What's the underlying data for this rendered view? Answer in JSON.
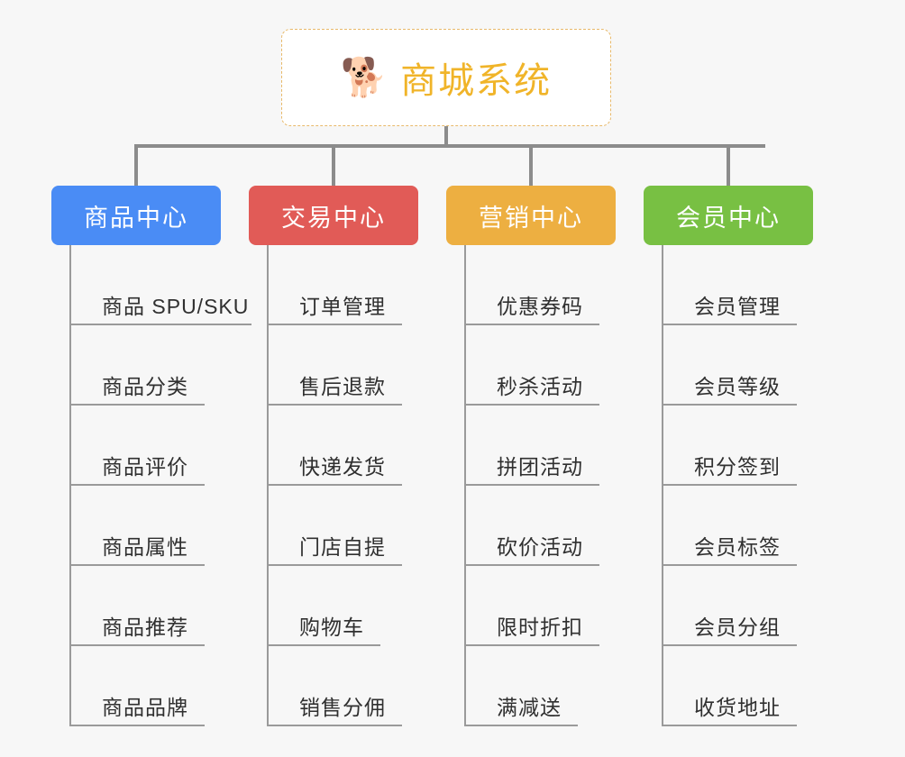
{
  "diagram": {
    "type": "mind-map",
    "background_color": "#f7f7f7",
    "root": {
      "title": "商城系统",
      "emoji": "🐕",
      "emoji_name": "shiba-inu-dog-face",
      "text_color": "#f0b429",
      "border_color": "#e8b96a",
      "background_color": "#ffffff"
    },
    "connector_color": "#8c8c8c",
    "branch_line_color": "#9a9a9a",
    "columns": [
      {
        "title": "商品中心",
        "color": "#4a8cf5",
        "items": [
          {
            "label": "商品 SPU/SKU",
            "underline_width": 200
          },
          {
            "label": "商品分类",
            "underline_width": 148
          },
          {
            "label": "商品评价",
            "underline_width": 148
          },
          {
            "label": "商品属性",
            "underline_width": 148
          },
          {
            "label": "商品推荐",
            "underline_width": 148
          },
          {
            "label": "商品品牌",
            "underline_width": 148
          }
        ]
      },
      {
        "title": "交易中心",
        "color": "#e15b57",
        "items": [
          {
            "label": "订单管理",
            "underline_width": 148
          },
          {
            "label": "售后退款",
            "underline_width": 148
          },
          {
            "label": "快递发货",
            "underline_width": 148
          },
          {
            "label": "门店自提",
            "underline_width": 148
          },
          {
            "label": "购物车",
            "underline_width": 124
          },
          {
            "label": "销售分佣",
            "underline_width": 148
          }
        ]
      },
      {
        "title": "营销中心",
        "color": "#edaf41",
        "items": [
          {
            "label": "优惠券码",
            "underline_width": 148
          },
          {
            "label": "秒杀活动",
            "underline_width": 148
          },
          {
            "label": "拼团活动",
            "underline_width": 148
          },
          {
            "label": "砍价活动",
            "underline_width": 148
          },
          {
            "label": "限时折扣",
            "underline_width": 148
          },
          {
            "label": "满减送",
            "underline_width": 124
          }
        ]
      },
      {
        "title": "会员中心",
        "color": "#78c043",
        "items": [
          {
            "label": "会员管理",
            "underline_width": 148
          },
          {
            "label": "会员等级",
            "underline_width": 148
          },
          {
            "label": "积分签到",
            "underline_width": 148
          },
          {
            "label": "会员标签",
            "underline_width": 148
          },
          {
            "label": "会员分组",
            "underline_width": 148
          },
          {
            "label": "收货地址",
            "underline_width": 148
          }
        ]
      }
    ]
  }
}
